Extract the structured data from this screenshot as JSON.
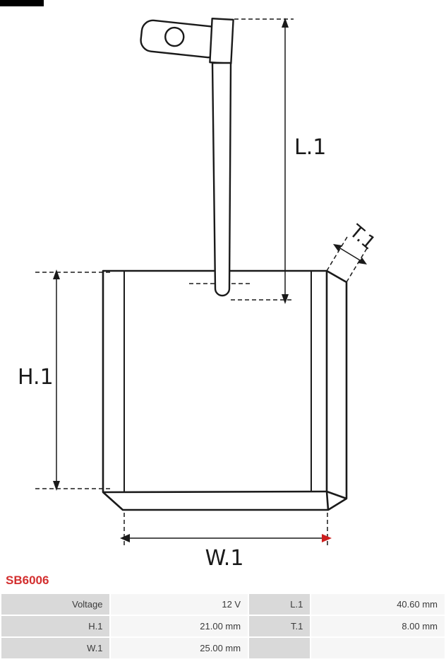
{
  "part_number": "SB6006",
  "diagram": {
    "dim_l1": "L.1",
    "dim_h1": "H.1",
    "dim_w1": "W.1",
    "dim_t1": "T.1"
  },
  "spec_table": {
    "rows": [
      {
        "c1_label": "Voltage",
        "c1_value": "12 V",
        "c2_label": "L.1",
        "c2_value": "40.60 mm"
      },
      {
        "c1_label": "H.1",
        "c1_value": "21.00 mm",
        "c2_label": "T.1",
        "c2_value": "8.00 mm"
      },
      {
        "c1_label": "W.1",
        "c1_value": "25.00 mm",
        "c2_label": "",
        "c2_value": ""
      }
    ]
  },
  "colors": {
    "part_number": "#d32f2f",
    "highlight_arrow": "#cc1f1f",
    "drawing_stroke": "#1a1a1a",
    "table_label_bg": "#d9d9d9",
    "table_value_bg": "#f6f6f6"
  }
}
